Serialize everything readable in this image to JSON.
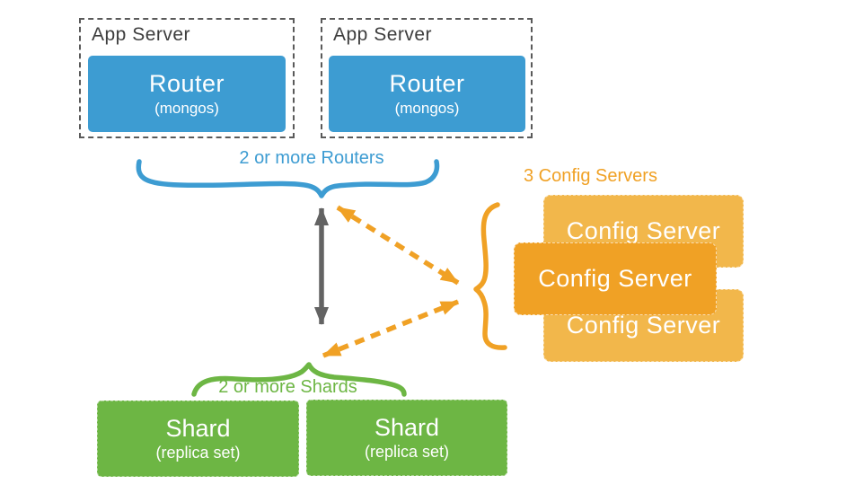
{
  "colors": {
    "blue": "#3d9cd2",
    "green": "#6db644",
    "orange": "#f0a125",
    "orange_light": "#f2b74b",
    "gray": "#636363",
    "border_gray": "#5a5a5a",
    "text_dark": "#3d3d3d"
  },
  "app_servers": [
    {
      "label": "App Server",
      "router": {
        "title": "Router",
        "subtitle": "(mongos)"
      }
    },
    {
      "label": "App Server",
      "router": {
        "title": "Router",
        "subtitle": "(mongos)"
      }
    }
  ],
  "annotations": {
    "routers": "2 or more Routers",
    "config": "3 Config Servers",
    "shards": "2 or more Shards"
  },
  "config": {
    "servers": [
      {
        "label": "Config Server"
      },
      {
        "label": "Config Server"
      },
      {
        "label": "Config Server"
      }
    ]
  },
  "shards": [
    {
      "title": "Shard",
      "subtitle": "(replica set)"
    },
    {
      "title": "Shard",
      "subtitle": "(replica set)"
    }
  ]
}
